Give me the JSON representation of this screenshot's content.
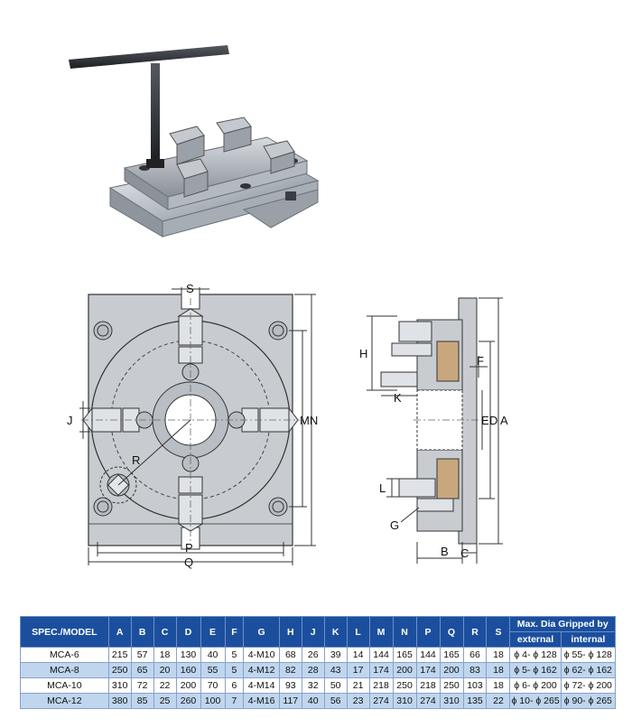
{
  "dimension_labels": {
    "S": "S",
    "J": "J",
    "R": "R",
    "P": "P",
    "Q": "Q",
    "MN": "MN",
    "H": "H",
    "K": "K",
    "F": "F",
    "E": "E",
    "D": "D",
    "A": "A",
    "L": "L",
    "G": "G",
    "B": "B",
    "C": "C"
  },
  "table": {
    "model_header": "SPEC./MODEL",
    "columns": [
      "A",
      "B",
      "C",
      "D",
      "E",
      "F",
      "G",
      "H",
      "J",
      "K",
      "L",
      "M",
      "N",
      "P",
      "Q",
      "R",
      "S"
    ],
    "max_header": "Max. Dia Gripped by",
    "max_sub": [
      "external",
      "internal"
    ],
    "rows": [
      {
        "model": "MCA-6",
        "cells": [
          "215",
          "57",
          "18",
          "130",
          "40",
          "5",
          "4-M10",
          "68",
          "26",
          "39",
          "14",
          "144",
          "165",
          "144",
          "165",
          "66",
          "18"
        ],
        "external": "ϕ 4- ϕ 128",
        "internal": "ϕ 55- ϕ 128"
      },
      {
        "model": "MCA-8",
        "cells": [
          "250",
          "65",
          "20",
          "160",
          "55",
          "5",
          "4-M12",
          "82",
          "28",
          "43",
          "17",
          "174",
          "200",
          "174",
          "200",
          "83",
          "18"
        ],
        "external": "ϕ 5- ϕ 162",
        "internal": "ϕ 62- ϕ 162"
      },
      {
        "model": "MCA-10",
        "cells": [
          "310",
          "72",
          "22",
          "200",
          "70",
          "6",
          "4-M14",
          "93",
          "32",
          "50",
          "21",
          "218",
          "250",
          "218",
          "250",
          "103",
          "18"
        ],
        "external": "ϕ 6- ϕ 200",
        "internal": "ϕ 72- ϕ 200"
      },
      {
        "model": "MCA-12",
        "cells": [
          "380",
          "85",
          "25",
          "260",
          "100",
          "7",
          "4-M16",
          "117",
          "40",
          "56",
          "23",
          "274",
          "310",
          "274",
          "310",
          "135",
          "22"
        ],
        "external": "ϕ 10- ϕ 265",
        "internal": "ϕ 90- ϕ 265"
      }
    ]
  }
}
